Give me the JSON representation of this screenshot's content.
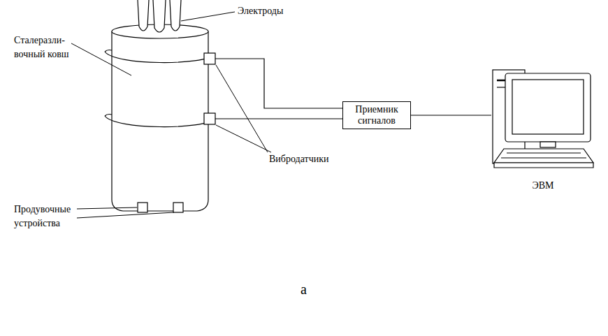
{
  "diagram": {
    "nodes": [
      {
        "text": [
          "Приемник сигналов"
        ]
      },
      {
        "text": [
          "ЭВМ"
        ]
      }
    ],
    "edges": [
      {
        "from": 0,
        "to": 1,
        "arrow": "none"
      }
    ],
    "labels": [
      "Электроды",
      "Сталеразли- вочный ковш",
      "Вибродатчики",
      "Продувочные устройства",
      "а"
    ]
  }
}
